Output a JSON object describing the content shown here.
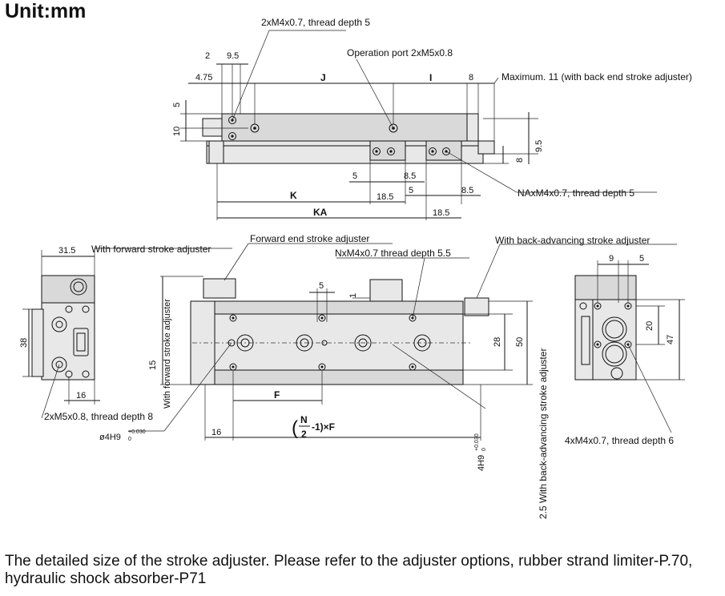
{
  "unit_label": "Unit:mm",
  "footer_text": "The detailed size of the stroke adjuster. Please refer to the adjuster options, rubber strand limiter-P.70, hydraulic shock absorber-P71",
  "top_view": {
    "callout_thread_top": "2xM4x0.7, thread depth 5",
    "callout_operation_port": "Operation port 2xM5x0.8",
    "callout_maximum": "Maximum. 11 (with back end stroke adjuster)",
    "callout_na": "NAxM4x0.7, thread depth 5",
    "dim_2": "2",
    "dim_9_5": "9.5",
    "dim_4_75": "4.75",
    "dim_J": "J",
    "dim_I": "I",
    "dim_8_top": "8",
    "dim_5_left": "5",
    "dim_10": "10",
    "dim_9_5_right": "9.5",
    "dim_8_right": "8",
    "dim_5_a": "5",
    "dim_8_5_a": "8.5",
    "dim_18_5_a": "18.5",
    "dim_5_b": "5",
    "dim_8_5_b": "8.5",
    "dim_K": "K",
    "dim_KA": "KA",
    "dim_18_5_b": "18.5"
  },
  "left_view": {
    "dim_31_5": "31.5",
    "callout_forward_adjuster": "With forward stroke adjuster",
    "dim_38": "38",
    "dim_16": "16",
    "callout_port": "2xM5x0.8, thread depth 8"
  },
  "front_view": {
    "callout_forward_end": "Forward end stroke adjuster",
    "callout_nx": "NxM4x0.7 thread depth 5.5",
    "callout_back_advancing": "With back-advancing stroke adjuster",
    "dim_5": "5",
    "dim_1": "1",
    "dim_15": "15",
    "vertical_forward": "With forward stroke adjuster",
    "dim_28": "28",
    "dim_50": "50",
    "vertical_back": "2.5 With back-advancing stroke adjuster",
    "dim_F": "F",
    "dim_16": "16",
    "formula_N": "N",
    "formula_2": "2",
    "formula_rest": "-1)×F",
    "tol_left_prefix": "ø4H9",
    "tol_left_upper": "+0.030",
    "tol_left_lower": "0",
    "tol_right_prefix": "4H9",
    "tol_right_upper": "+0.030",
    "tol_right_lower": "0"
  },
  "right_view": {
    "dim_9": "9",
    "dim_5": "5",
    "dim_20": "20",
    "dim_47": "47",
    "callout_thread": "4xM4x0.7, thread depth 6"
  }
}
